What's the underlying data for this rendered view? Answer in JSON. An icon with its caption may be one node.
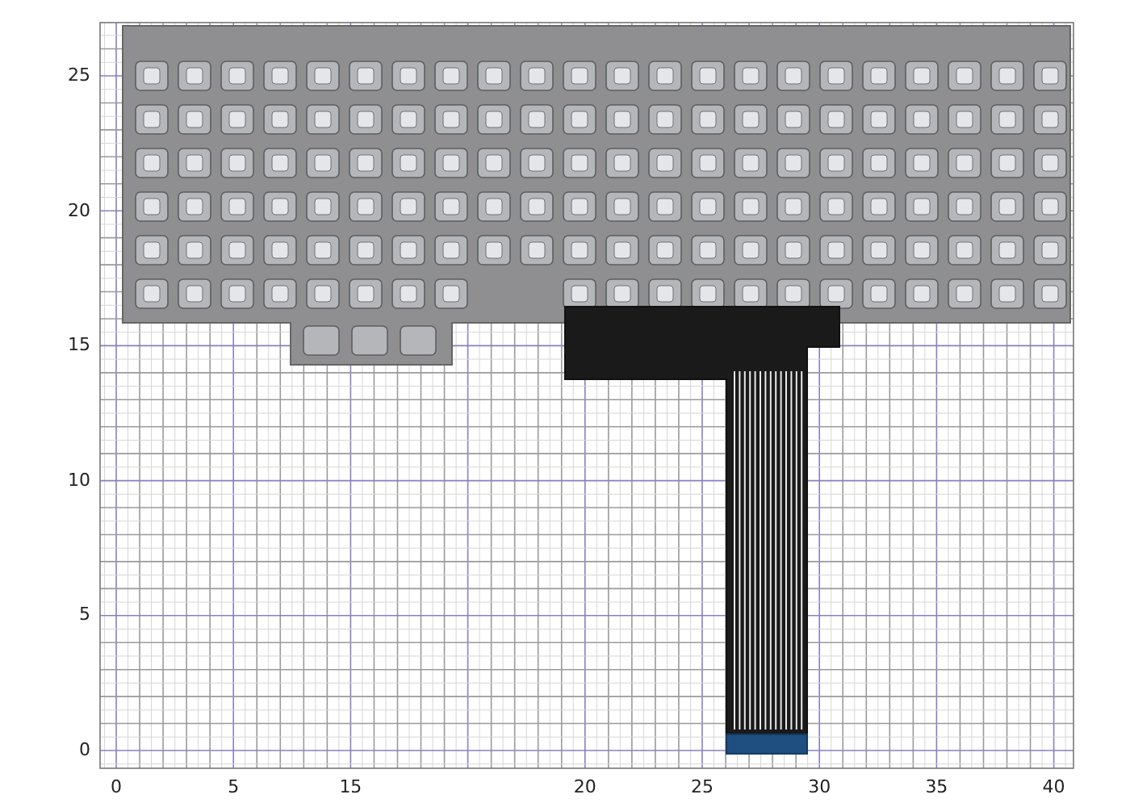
{
  "diagram": {
    "labels": [
      "25",
      "20",
      "15",
      "10",
      "5",
      "0",
      "0",
      "5",
      "15",
      "20",
      "25",
      "30",
      "35",
      "40"
    ]
  }
}
